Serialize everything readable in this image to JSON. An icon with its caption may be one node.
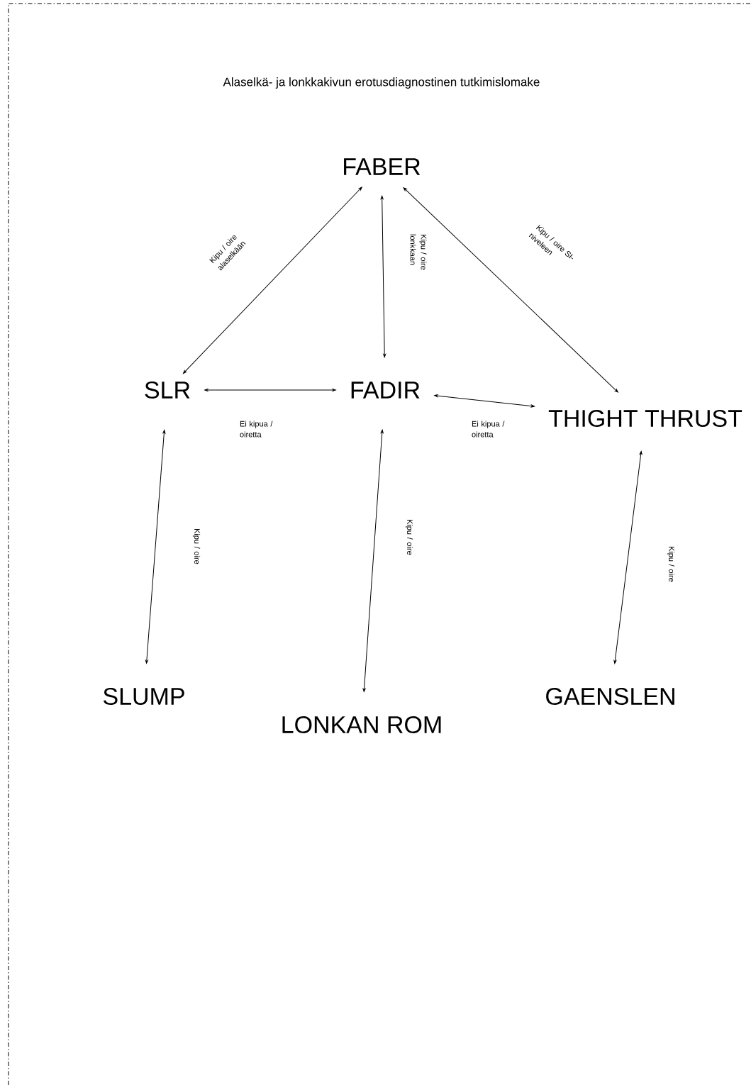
{
  "diagram": {
    "title": "Alaselkä- ja lonkkakivun erotusdiagnostinen tutkimislomake",
    "nodes": [
      {
        "text": [
          "FABER"
        ]
      },
      {
        "text": [
          "SLR"
        ]
      },
      {
        "text": [
          "FADIR"
        ]
      },
      {
        "text": [
          "THIGHT THRUST"
        ]
      },
      {
        "text": [
          "SLUMP"
        ]
      },
      {
        "text": [
          "LONKAN ROM"
        ]
      },
      {
        "text": [
          "GAENSLEN"
        ]
      }
    ],
    "edges": [
      {
        "from": 1,
        "to": 0,
        "arrow": "both",
        "label": "Kipu / oire alaselkään"
      },
      {
        "from": 2,
        "to": 0,
        "arrow": "both",
        "label": "Kipu / oire lonkkaan"
      },
      {
        "from": 3,
        "to": 0,
        "arrow": "both",
        "label": "Kipu / oire SI-niveleen"
      },
      {
        "from": 1,
        "to": 2,
        "arrow": "both",
        "label": "Ei kipua / oiretta"
      },
      {
        "from": 2,
        "to": 3,
        "arrow": "both",
        "label": "Ei kipua / oiretta"
      },
      {
        "from": 1,
        "to": 4,
        "arrow": "both",
        "label": "Kipu / oire"
      },
      {
        "from": 2,
        "to": 5,
        "arrow": "both",
        "label": "Kipu / oire"
      },
      {
        "from": 3,
        "to": 6,
        "arrow": "both",
        "label": "Kipu / oire"
      }
    ]
  }
}
